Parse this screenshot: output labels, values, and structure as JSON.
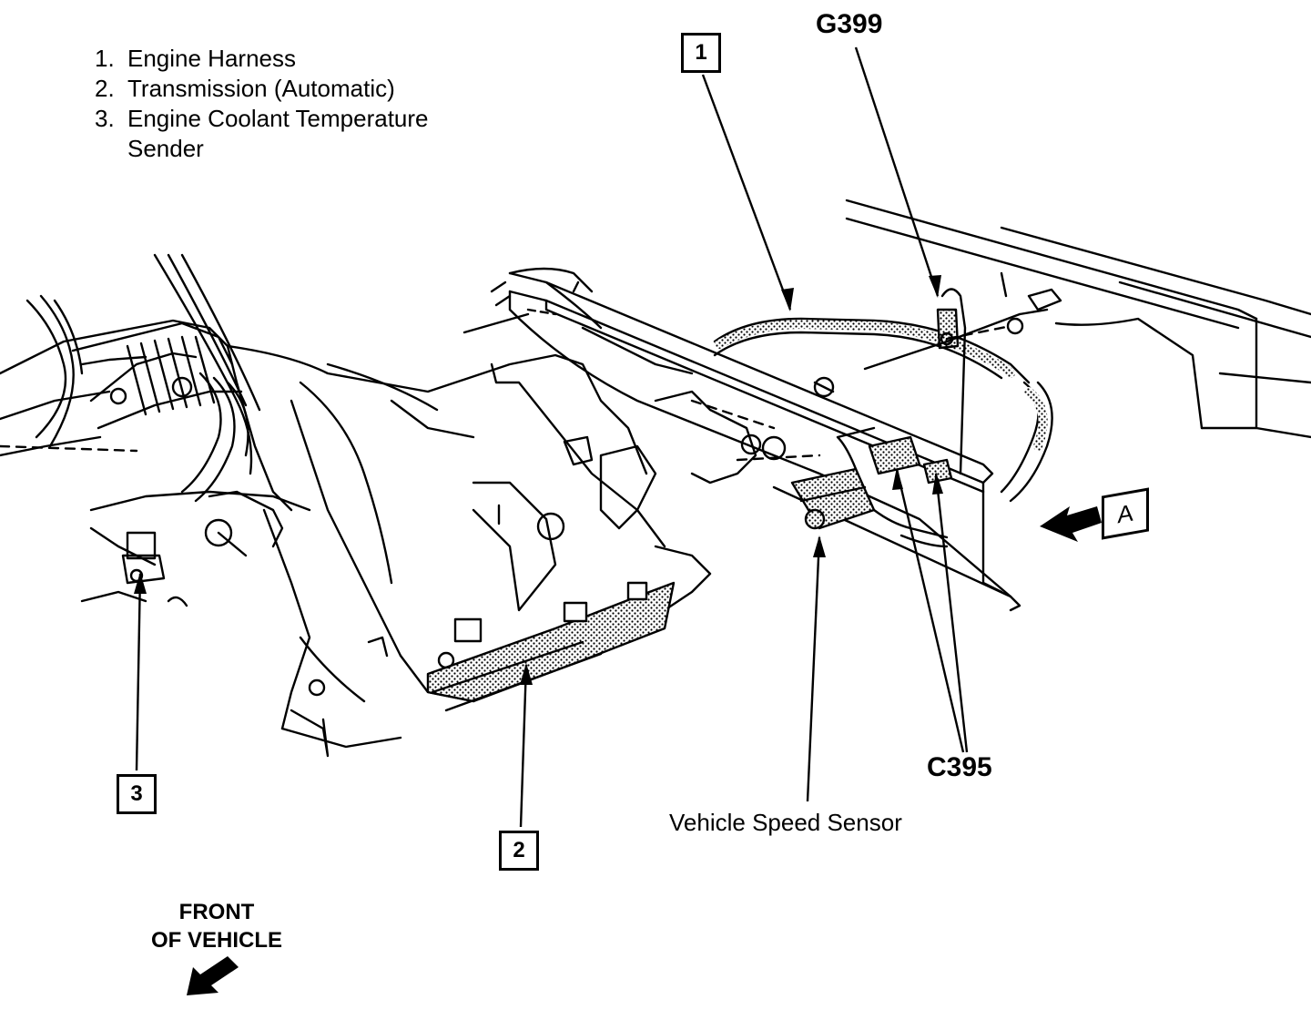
{
  "legend": {
    "items": [
      {
        "num": "1.",
        "lines": [
          "Engine Harness"
        ]
      },
      {
        "num": "2.",
        "lines": [
          "Transmission (Automatic)"
        ]
      },
      {
        "num": "3.",
        "lines": [
          "Engine Coolant Temperature",
          "Sender"
        ]
      }
    ]
  },
  "callouts": {
    "box1": "1",
    "box2": "2",
    "box3": "3",
    "boxA": "A",
    "g399": "G399",
    "c395": "C395",
    "vss": "Vehicle Speed Sensor"
  },
  "front": {
    "line1": "FRONT",
    "line2": "OF VEHICLE"
  }
}
